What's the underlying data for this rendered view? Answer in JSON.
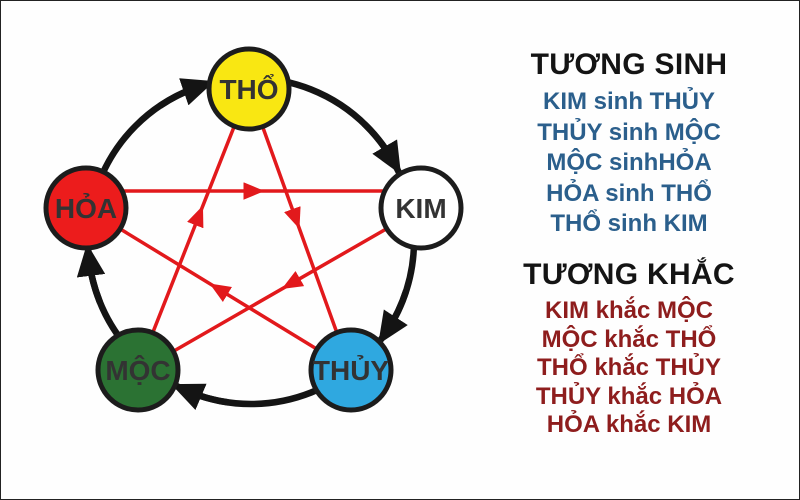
{
  "frame": {
    "background": "#fefefe",
    "border_color": "#222222"
  },
  "diagram": {
    "nodes": [
      {
        "id": "tho",
        "label": "THỔ",
        "color": "#f9e712"
      },
      {
        "id": "kim",
        "label": "KIM",
        "color": "#ffffff"
      },
      {
        "id": "thuy",
        "label": "THỦY",
        "color": "#2fa8e0"
      },
      {
        "id": "moc",
        "label": "MỘC",
        "color": "#2b7233"
      },
      {
        "id": "hoa",
        "label": "HỎA",
        "color": "#ec1c1c"
      }
    ],
    "node_label_color": "#333333",
    "generation_color": "#141414",
    "overcoming_color": "#e2191c"
  },
  "panel": {
    "sinh": {
      "title": "TƯƠNG SINH",
      "color": "#2b5f8c",
      "items": [
        "KIM sinh THỦY",
        "THỦY sinh MỘC",
        "MỘC sinhHỎA",
        "HỎA sinh THỔ",
        "THỔ sinh KIM"
      ]
    },
    "khac": {
      "title": "TƯƠNG KHẮC",
      "color": "#8e1d1d",
      "items": [
        "KIM khắc MỘC",
        "MỘC khắc THỔ",
        "THỔ khắc THỦY",
        "THỦY khắc HỎA",
        "HỎA khắc KIM"
      ]
    }
  }
}
